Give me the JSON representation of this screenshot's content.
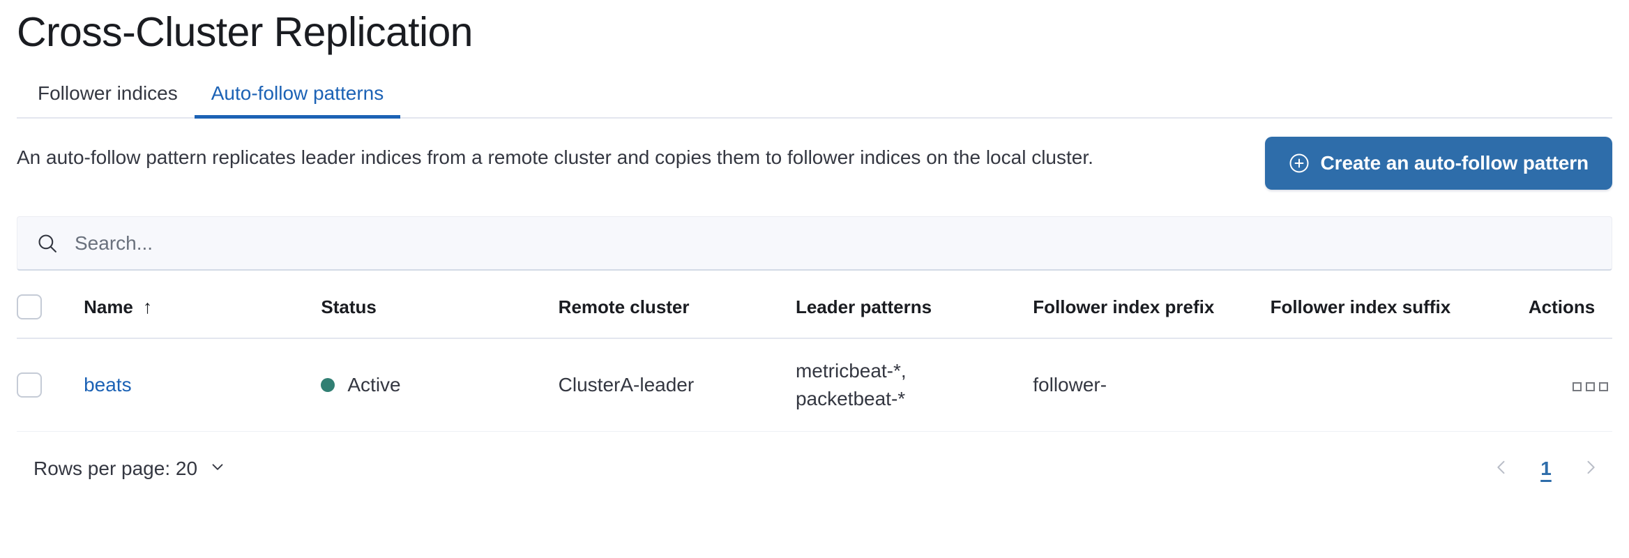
{
  "header": {
    "title": "Cross-Cluster Replication"
  },
  "tabs": [
    {
      "label": "Follower indices",
      "active": false,
      "name": "tab-follower-indices"
    },
    {
      "label": "Auto-follow patterns",
      "active": true,
      "name": "tab-auto-follow-patterns"
    }
  ],
  "intro": {
    "description": "An auto-follow pattern replicates leader indices from a remote cluster and copies them to follower indices on the local cluster.",
    "create_button_label": "Create an auto-follow pattern",
    "create_button_icon": "plus-in-circle-icon",
    "create_button_color": "#2e6daa"
  },
  "search": {
    "placeholder": "Search...",
    "value": "",
    "icon": "search-icon"
  },
  "table": {
    "columns": [
      {
        "key": "name",
        "label": "Name",
        "sorted": true,
        "sort_direction": "asc",
        "sort_icon": "arrow-up-icon"
      },
      {
        "key": "status",
        "label": "Status"
      },
      {
        "key": "remote_cluster",
        "label": "Remote cluster"
      },
      {
        "key": "leader_patterns",
        "label": "Leader patterns"
      },
      {
        "key": "follower_index_prefix",
        "label": "Follower index prefix"
      },
      {
        "key": "follower_index_suffix",
        "label": "Follower index suffix"
      },
      {
        "key": "actions",
        "label": "Actions"
      }
    ],
    "rows": [
      {
        "selected": false,
        "name": "beats",
        "status": "Active",
        "status_color": "#317f73",
        "remote_cluster": "ClusterA-leader",
        "leader_patterns": [
          "metricbeat-*,",
          "packetbeat-*"
        ],
        "follower_index_prefix": "follower-",
        "follower_index_suffix": "",
        "actions_icon": "boxes-horizontal-icon"
      }
    ]
  },
  "footer": {
    "rows_per_page_label": "Rows per page: 20",
    "rows_per_page_icon": "chevron-down-icon",
    "pagination": {
      "prev_icon": "chevron-left-icon",
      "next_icon": "chevron-right-icon",
      "pages": [
        "1"
      ],
      "current_page": "1"
    }
  },
  "colors": {
    "accent_link": "#1c62b5",
    "button_blue": "#2e6daa",
    "status_active": "#317f73",
    "text_primary": "#343741",
    "border": "#e3e6ef"
  }
}
